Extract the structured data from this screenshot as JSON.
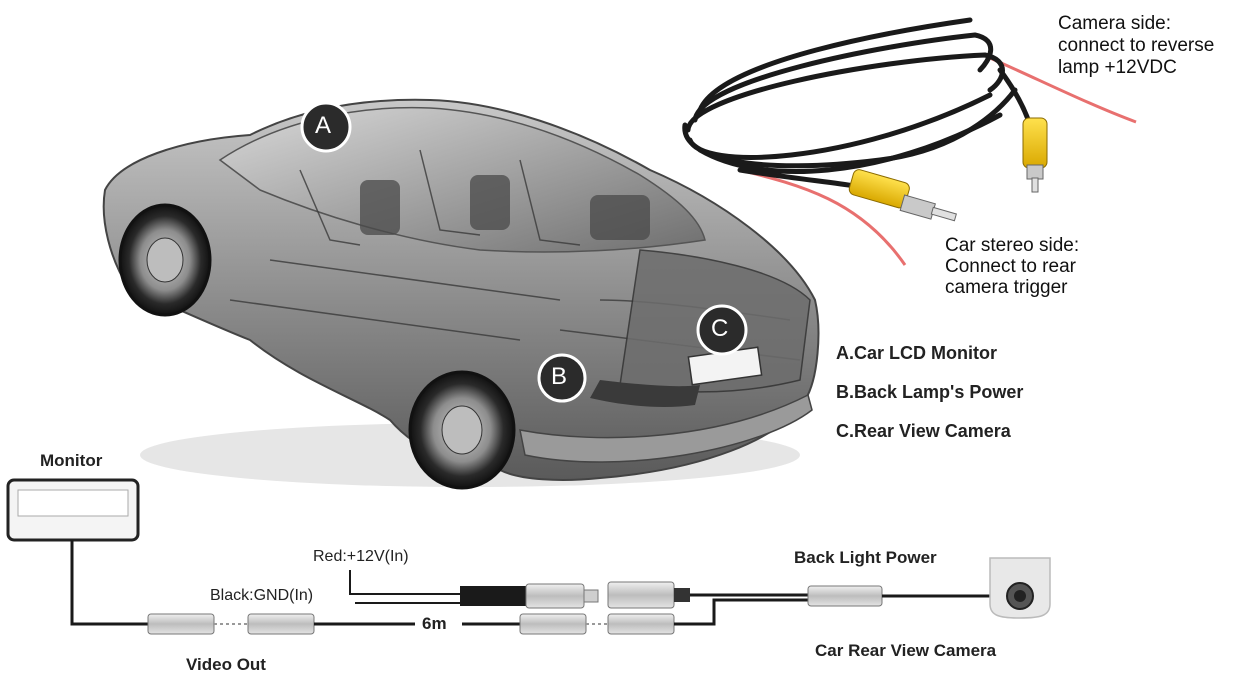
{
  "callouts": {
    "camera_side": [
      "Camera side:",
      "connect to reverse",
      "lamp +12VDC"
    ],
    "stereo_side": [
      "Car stereo side:",
      "Connect to rear",
      "camera trigger"
    ]
  },
  "markers": {
    "a": "A",
    "b": "B",
    "c": "C"
  },
  "legend": {
    "a": "A.Car LCD Monitor",
    "b": "B.Back Lamp's Power",
    "c": "C.Rear View Camera"
  },
  "wiring": {
    "monitor": "Monitor",
    "red": "Red:+12V(In)",
    "black": "Black:GND(In)",
    "length": "6m",
    "video_out": "Video Out",
    "back_light_power": "Back Light Power",
    "camera": "Car Rear View Camera"
  },
  "colors": {
    "red_wire": "#e8706f",
    "rca_yellow": "#f2c200",
    "cable_black": "#1a1a1a",
    "car_body": "#8c8c8c"
  }
}
